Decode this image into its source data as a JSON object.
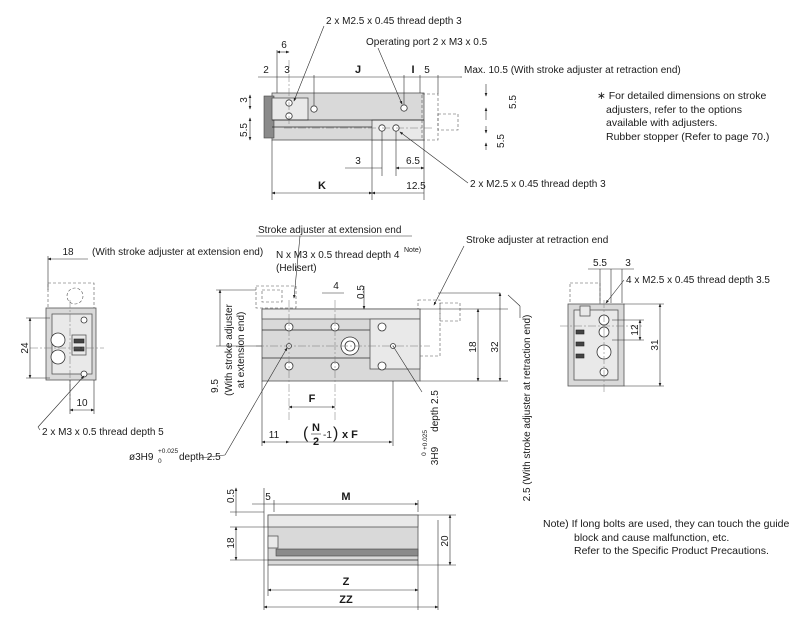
{
  "top_view": {
    "thread_top": "2 x M2.5 x 0.45 thread depth 3",
    "operating_port": "Operating port 2 x M3 x 0.5",
    "dim_6": "6",
    "dim_2": "2",
    "dim_3": "3",
    "dim_J": "J",
    "dim_I": "I",
    "dim_5": "5",
    "max_note": "Max. 10.5 (With stroke adjuster at retraction end)",
    "dim_3_left": "3",
    "dim_5_5_left": "5.5",
    "dim_5_5_r1": "5.5",
    "dim_5_5_r2": "5.5",
    "dim_3_bottom": "3",
    "dim_6_5": "6.5",
    "dim_12_5": "12.5",
    "dim_K": "K",
    "thread_bottom": "2 x M2.5 x 0.45 thread depth 3"
  },
  "asterisk_note": {
    "line1": "∗ For detailed dimensions on stroke",
    "line2": "adjusters, refer to the options",
    "line3": "available with adjusters.",
    "line4": "Rubber stopper (Refer to page 70.)"
  },
  "left_view": {
    "dim_18": "18",
    "note_ext": "(With stroke adjuster at extension end)",
    "dim_24": "24",
    "dim_10": "10",
    "thread": "2 x M3 x 0.5 thread depth 5"
  },
  "front_view": {
    "adjuster_ext": "Stroke adjuster at extension end",
    "n_thread": "N x M3 x 0.5 thread depth 4",
    "note_sup": "Note)",
    "helisert": "(Helisert)",
    "adjuster_ret": "Stroke adjuster at retraction end",
    "dim_4": "4",
    "dim_0_5": "0.5",
    "dim_18": "18",
    "dim_32": "32",
    "dim_9_5": "9.5",
    "vert_ext": "(With stroke adjuster",
    "vert_ext2": "at extension end)",
    "dim_F": "F",
    "dim_11": "11",
    "formula_n": "N",
    "formula_2": "2",
    "formula_rest": "-1",
    "formula_xF": "x F",
    "dim_2_5_depth": "depth 2.5",
    "dim_3H9": "3H9",
    "tol_up": "+0.025",
    "tol_low": "0",
    "dim_phi": "ø3H9",
    "depth_25": "depth 2.5",
    "vert_ret": "2.5 (With stroke adjuster at retraction end)"
  },
  "right_view": {
    "dim_5_5": "5.5",
    "dim_3": "3",
    "thread": "4 x M2.5 x 0.45 thread depth 3.5",
    "dim_12": "12",
    "dim_31": "31"
  },
  "bottom_view": {
    "dim_0_5": "0.5",
    "dim_5": "5",
    "dim_M": "M",
    "dim_18": "18",
    "dim_20": "20",
    "dim_Z": "Z",
    "dim_ZZ": "ZZ"
  },
  "footer_note": {
    "line1": "Note) If long bolts are used, they can touch the guide",
    "line2": "block and cause malfunction, etc.",
    "line3": "Refer to the Specific Product Precautions."
  }
}
